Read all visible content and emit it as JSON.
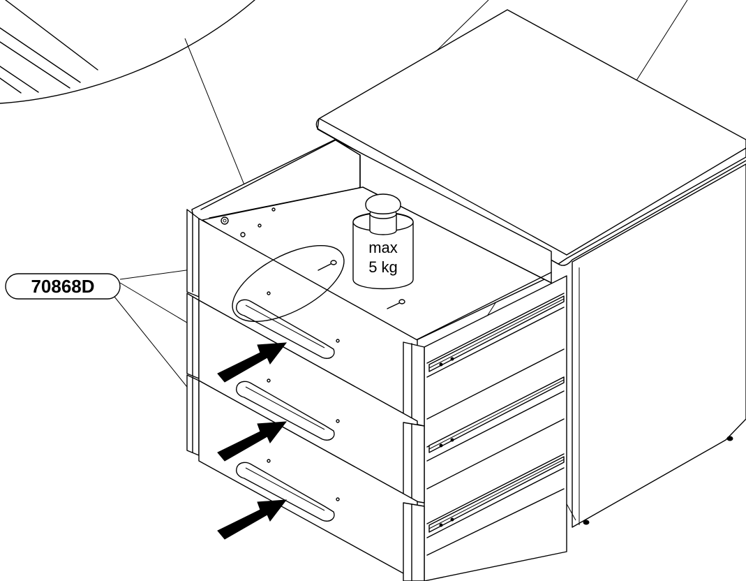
{
  "part_label": "70868D",
  "weight": {
    "line1": "max",
    "line2": "5 kg"
  },
  "colors": {
    "ink": "#000000",
    "paper": "#ffffff"
  }
}
